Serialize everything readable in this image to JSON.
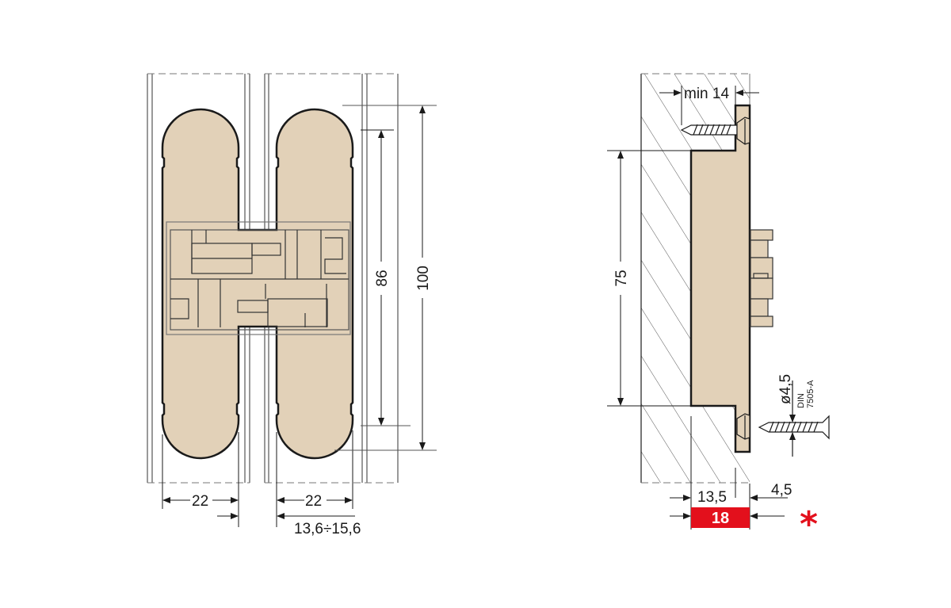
{
  "drawing": {
    "colors": {
      "hinge_fill": "#e2d1b8",
      "line": "#1a1a1a",
      "thin_line": "#555555",
      "accent_red": "#e3101c",
      "background": "#ffffff"
    },
    "front_view": {
      "dim_width_left": "22",
      "dim_width_right": "22",
      "dim_gap": "13,6÷15,6",
      "dim_inner_height": "86",
      "dim_outer_height": "100"
    },
    "side_view": {
      "dim_min_depth": "min 14",
      "dim_height": "75",
      "dim_screw_diameter": "ø4,5",
      "screw_standard_line1": "DIN",
      "screw_standard_line2": "7505-A",
      "dim_body_depth": "13,5",
      "dim_flange": "4,5",
      "dim_total_depth": "18",
      "asterisk": "*"
    }
  }
}
